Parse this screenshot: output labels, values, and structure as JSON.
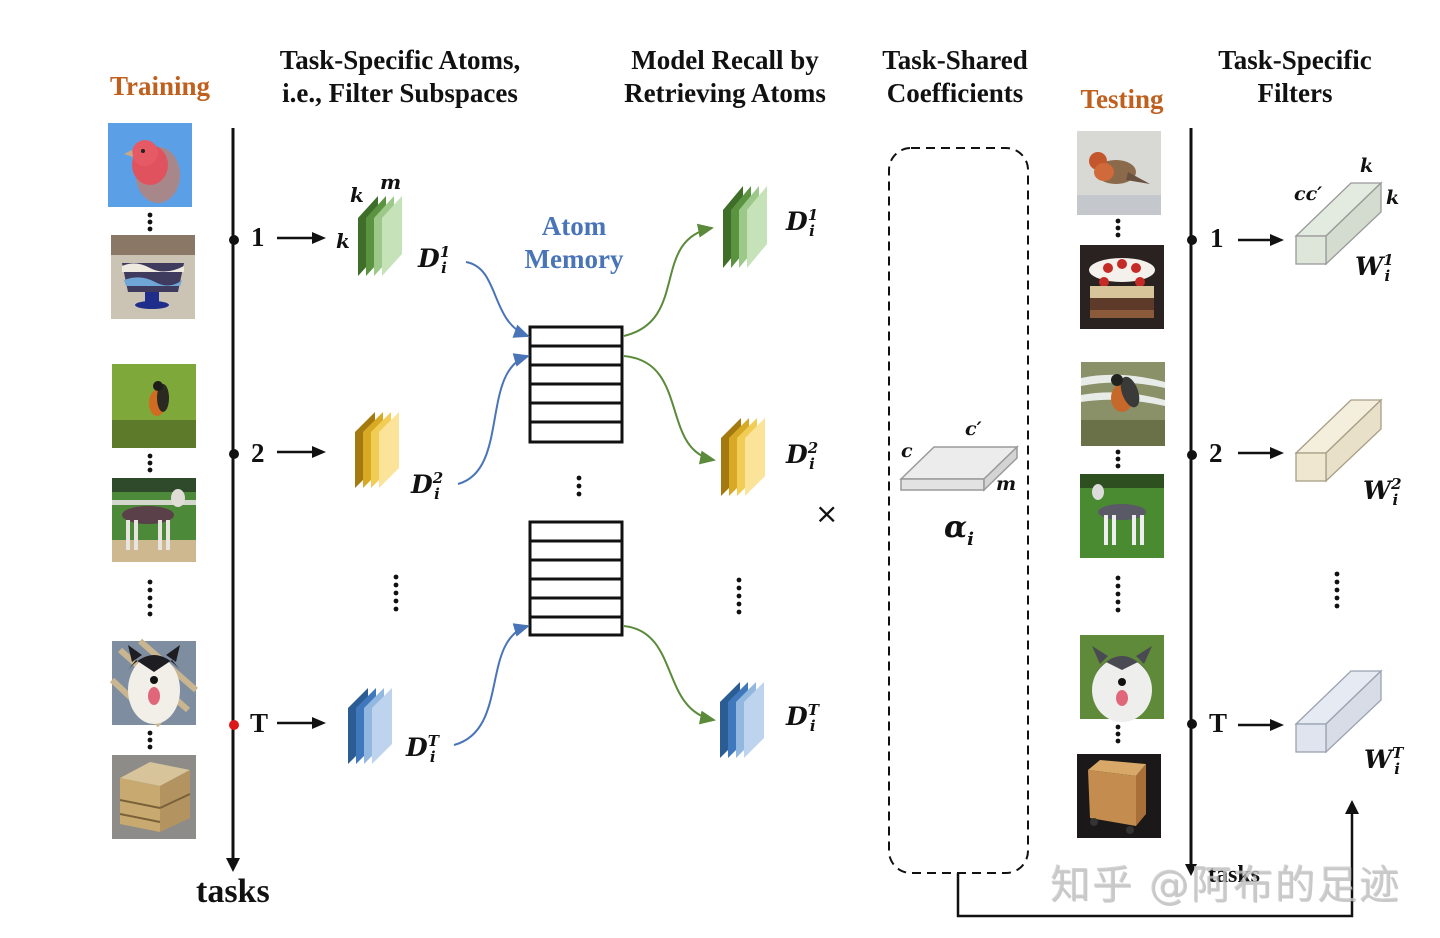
{
  "headers": {
    "training": "Training",
    "atoms": [
      "Task-Specific Atoms,",
      "i.e., Filter Subspaces"
    ],
    "recall": [
      "Model Recall by",
      "Retrieving Atoms"
    ],
    "shared": [
      "Task-Shared",
      "Coefficients"
    ],
    "testing": "Testing",
    "filters": [
      "Task-Specific",
      "Filters"
    ]
  },
  "atom_memory": [
    "Atom",
    "Memory"
  ],
  "axis_label": "tasks",
  "tasks": [
    {
      "index": "1",
      "color": "green",
      "atom_label": "D",
      "sup": "1",
      "filter_label": "W",
      "filter_sup": "1"
    },
    {
      "index": "2",
      "color": "yellow",
      "atom_label": "D",
      "sup": "2",
      "filter_label": "W",
      "filter_sup": "2"
    },
    {
      "index": "T",
      "color": "blue",
      "atom_label": "D",
      "sup": "T",
      "filter_label": "W",
      "filter_sup": "T"
    }
  ],
  "dims": {
    "k1": "k",
    "m": "m",
    "k2": "k",
    "c": "c",
    "cprime": "c′",
    "ccprime": "cc′",
    "fk1": "k",
    "fk2": "k",
    "sub": "i"
  },
  "coefficient": {
    "symbol": "α",
    "sub": "i"
  },
  "operator": "×",
  "training_images": [
    "finch-blue-background",
    "trifle-dessert",
    "robin-grass",
    "saluki-dog",
    "husky-dog",
    "wooden-crate"
  ],
  "testing_images": [
    "finch-snow",
    "strawberry-cake",
    "robin",
    "saluki-dog",
    "husky-dog",
    "wooden-box"
  ],
  "colors": {
    "orange": "#c0601f",
    "blue_text": "#4a74b8",
    "blue_arrow": "#4a74b8",
    "green_arrow": "#5a8a3a"
  },
  "watermark": "知乎 @阿布的足迹"
}
